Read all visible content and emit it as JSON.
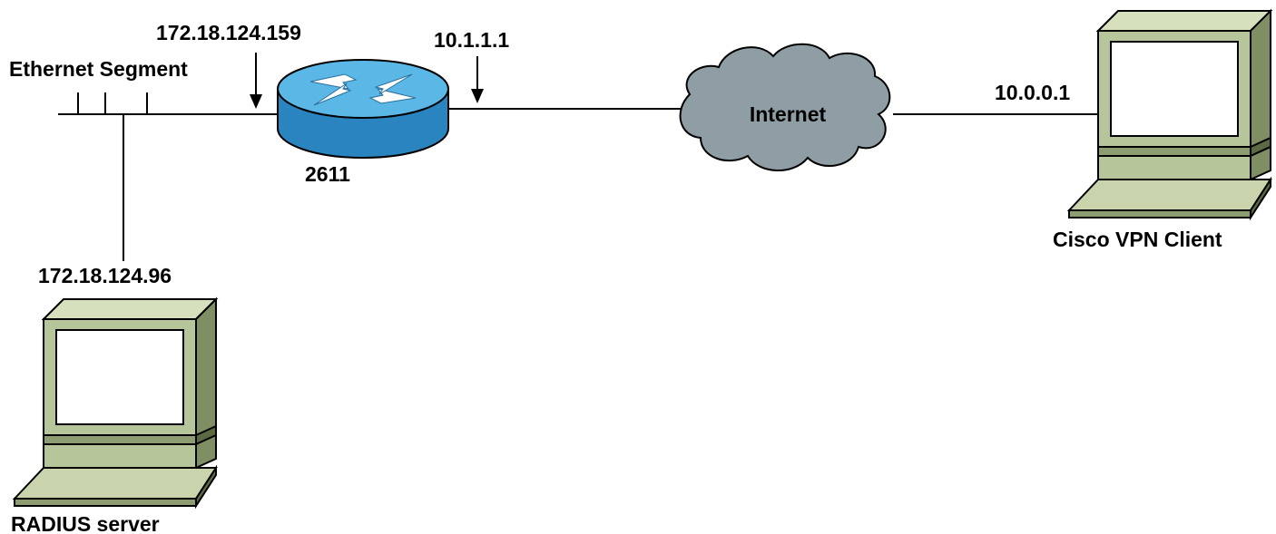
{
  "labels": {
    "ethernet_segment": "Ethernet Segment",
    "router_eth_ip": "172.18.124.159",
    "router_wan_ip": "10.1.1.1",
    "router_name": "2611",
    "cloud": "Internet",
    "client_ip": "10.0.0.1",
    "client_name": "Cisco VPN Client",
    "radius_ip": "172.18.124.96",
    "radius_name": "RADIUS server"
  },
  "icons": {
    "router": "router-icon",
    "cloud": "cloud-icon",
    "pc": "computer-icon"
  },
  "colors": {
    "router_top": "#5ab7e6",
    "router_body": "#2a84bf",
    "cloud": "#8f9ea4",
    "pc_body": "#b7c69a",
    "pc_screen": "#ffffff",
    "line": "#000000"
  }
}
